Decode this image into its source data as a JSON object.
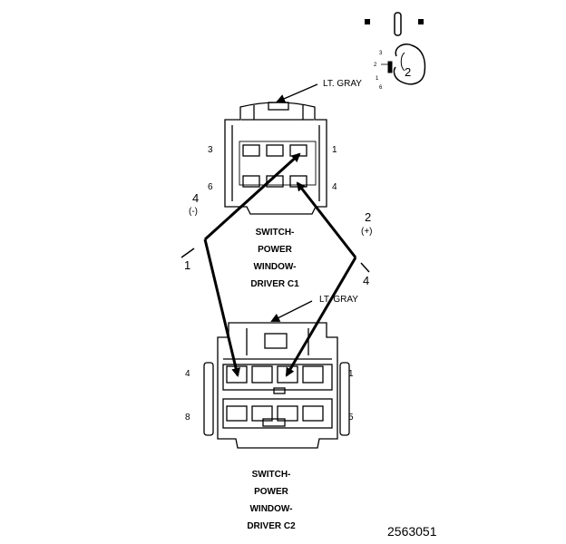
{
  "c1": {
    "color": "LT. GRAY",
    "caption": [
      "SWITCH-",
      "POWER",
      "WINDOW-",
      "DRIVER C1"
    ],
    "pins": {
      "top_left": "3",
      "top_right": "1",
      "bottom_left": "6",
      "bottom_right": "4"
    }
  },
  "c2": {
    "color": "LT. GRAY",
    "caption": [
      "SWITCH-",
      "POWER",
      "WINDOW-",
      "DRIVER C2"
    ],
    "pins": {
      "top_left": "4",
      "top_right": "1",
      "bottom_left": "8",
      "bottom_right": "5"
    }
  },
  "leads": {
    "negative": {
      "pin": "4",
      "sign": "(-)",
      "c1_pin": "1"
    },
    "positive": {
      "pin": "2",
      "sign": "(+)",
      "c1_pin": "4"
    }
  },
  "legend": {
    "number": "2",
    "pin_labels": [
      "3",
      "2",
      "1",
      "6"
    ]
  },
  "figure_number": "2563051"
}
